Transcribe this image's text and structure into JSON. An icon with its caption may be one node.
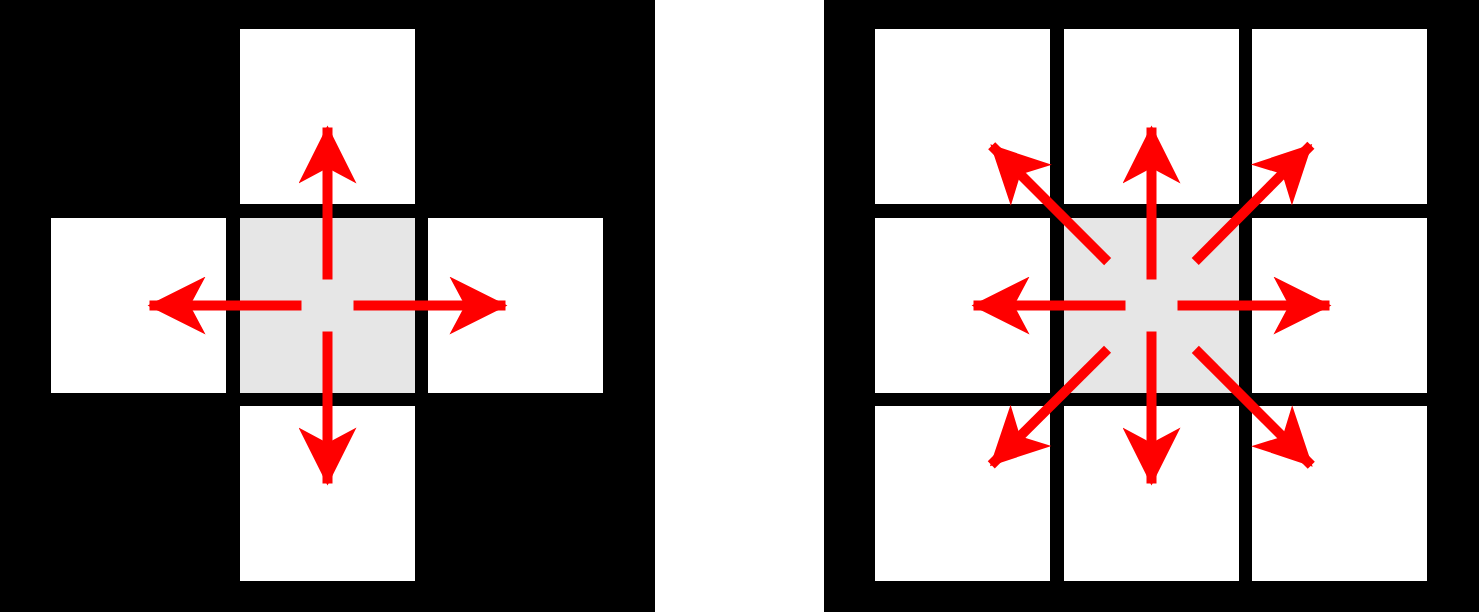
{
  "diagram": {
    "nodes": [
      {
        "text": [],
        "shape": "box"
      },
      {
        "text": [],
        "shape": "box",
        "in": 0
      },
      {
        "text": [],
        "shape": "box",
        "in": 0
      },
      {
        "text": [],
        "shape": "box",
        "in": 0
      },
      {
        "text": [],
        "shape": "box",
        "in": 0
      },
      {
        "text": [],
        "shape": "box",
        "in": 0
      },
      {
        "text": [],
        "shape": "box"
      },
      {
        "text": [],
        "shape": "box",
        "in": 6
      },
      {
        "text": [],
        "shape": "box",
        "in": 6
      },
      {
        "text": [],
        "shape": "box",
        "in": 6
      },
      {
        "text": [],
        "shape": "box",
        "in": 6
      },
      {
        "text": [],
        "shape": "box",
        "in": 6
      },
      {
        "text": [],
        "shape": "box",
        "in": 6
      },
      {
        "text": [],
        "shape": "box",
        "in": 6
      },
      {
        "text": [],
        "shape": "box",
        "in": 6
      },
      {
        "text": [],
        "shape": "box",
        "in": 6
      }
    ],
    "edges": [
      {
        "from": 3,
        "to": 1,
        "arrow": "to"
      },
      {
        "from": 3,
        "to": 2,
        "arrow": "to"
      },
      {
        "from": 3,
        "to": 4,
        "arrow": "to"
      },
      {
        "from": 3,
        "to": 5,
        "arrow": "to"
      },
      {
        "from": 11,
        "to": 7,
        "arrow": "to"
      },
      {
        "from": 11,
        "to": 8,
        "arrow": "to"
      },
      {
        "from": 11,
        "to": 9,
        "arrow": "to"
      },
      {
        "from": 11,
        "to": 10,
        "arrow": "to"
      },
      {
        "from": 11,
        "to": 12,
        "arrow": "to"
      },
      {
        "from": 11,
        "to": 13,
        "arrow": "to"
      },
      {
        "from": 11,
        "to": 14,
        "arrow": "to"
      },
      {
        "from": 11,
        "to": 15,
        "arrow": "to"
      }
    ]
  }
}
